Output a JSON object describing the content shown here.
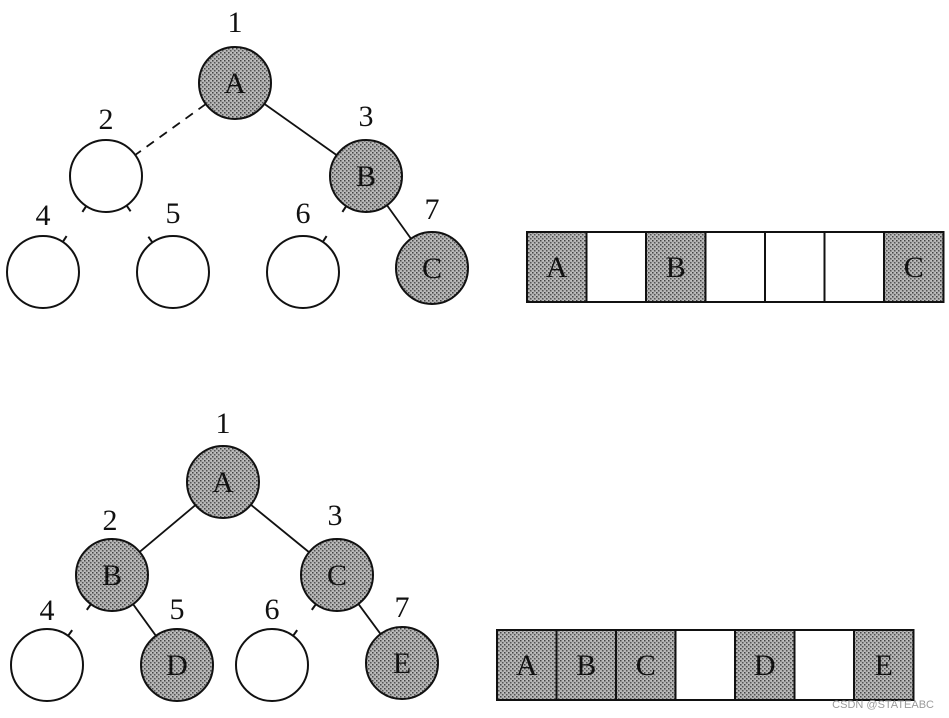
{
  "colors": {
    "filled": "#8f8f8f",
    "empty": "#ffffff",
    "stroke": "#111111",
    "background": "#ffffff"
  },
  "diagrams": [
    {
      "nodes": [
        {
          "index": "1",
          "label": "A",
          "filled": true
        },
        {
          "index": "2",
          "label": "",
          "filled": false
        },
        {
          "index": "3",
          "label": "B",
          "filled": true
        },
        {
          "index": "4",
          "label": "",
          "filled": false
        },
        {
          "index": "5",
          "label": "",
          "filled": false
        },
        {
          "index": "6",
          "label": "",
          "filled": false
        },
        {
          "index": "7",
          "label": "C",
          "filled": true
        }
      ],
      "array": [
        {
          "label": "A",
          "filled": true
        },
        {
          "label": "",
          "filled": false
        },
        {
          "label": "B",
          "filled": true
        },
        {
          "label": "",
          "filled": false
        },
        {
          "label": "",
          "filled": false
        },
        {
          "label": "",
          "filled": false
        },
        {
          "label": "C",
          "filled": true
        }
      ]
    },
    {
      "nodes": [
        {
          "index": "1",
          "label": "A",
          "filled": true
        },
        {
          "index": "2",
          "label": "B",
          "filled": true
        },
        {
          "index": "3",
          "label": "C",
          "filled": true
        },
        {
          "index": "4",
          "label": "",
          "filled": false
        },
        {
          "index": "5",
          "label": "D",
          "filled": true
        },
        {
          "index": "6",
          "label": "",
          "filled": false
        },
        {
          "index": "7",
          "label": "E",
          "filled": true
        }
      ],
      "array": [
        {
          "label": "A",
          "filled": true
        },
        {
          "label": "B",
          "filled": true
        },
        {
          "label": "C",
          "filled": true
        },
        {
          "label": "",
          "filled": false
        },
        {
          "label": "D",
          "filled": true
        },
        {
          "label": "",
          "filled": false
        },
        {
          "label": "E",
          "filled": true
        }
      ]
    }
  ],
  "watermark": "CSDN @STATEABC"
}
